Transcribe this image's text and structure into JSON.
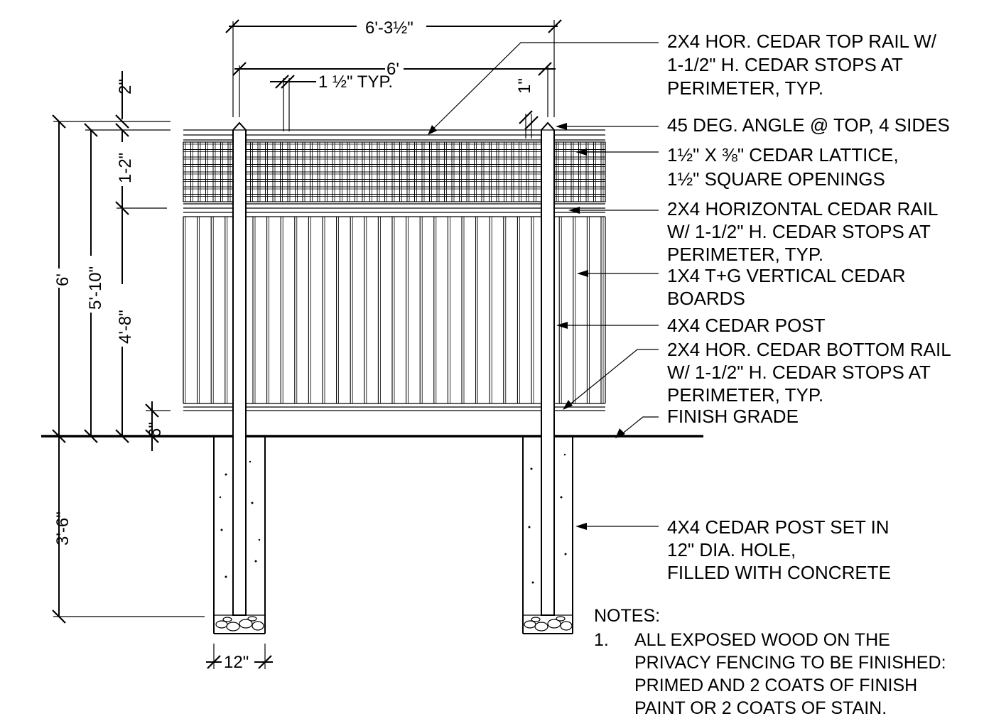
{
  "dimensions": {
    "overall_width": "6'-3½\"",
    "panel_width": "6'",
    "lattice_strip": "1 ½\" TYP.",
    "post_cap": "1\"",
    "top_gap": "2\"",
    "lattice_height": "1-2\"",
    "overall_height": "6'",
    "height_5_10": "5'-10\"",
    "board_height": "4'-8\"",
    "bottom_gap": "6\"",
    "post_depth": "3'-6\"",
    "hole_dia": "12\""
  },
  "callouts": [
    {
      "id": "top-rail",
      "lines": [
        "2X4 HOR. CEDAR TOP RAIL W/",
        "1-1/2\" H. CEDAR STOPS AT",
        "PERIMETER, TYP."
      ]
    },
    {
      "id": "angle-top",
      "lines": [
        "45 DEG. ANGLE @ TOP, 4 SIDES"
      ]
    },
    {
      "id": "lattice",
      "lines": [
        "1½\" X ⅜\" CEDAR LATTICE,",
        "1½\" SQUARE OPENINGS"
      ]
    },
    {
      "id": "horizontal-rail",
      "lines": [
        "2X4 HORIZONTAL CEDAR RAIL",
        "W/ 1-1/2\" H. CEDAR STOPS AT",
        "PERIMETER, TYP."
      ]
    },
    {
      "id": "vertical-boards",
      "lines": [
        "1X4 T+G VERTICAL CEDAR",
        "BOARDS"
      ]
    },
    {
      "id": "cedar-post",
      "lines": [
        "4X4 CEDAR POST"
      ]
    },
    {
      "id": "bottom-rail",
      "lines": [
        "2X4 HOR. CEDAR BOTTOM RAIL",
        "W/ 1-1/2\" H. CEDAR STOPS AT",
        "PERIMETER, TYP."
      ]
    },
    {
      "id": "finish-grade",
      "lines": [
        "FINISH GRADE"
      ]
    },
    {
      "id": "post-footing",
      "lines": [
        "4X4 CEDAR POST SET IN",
        "12\" DIA. HOLE,",
        "FILLED WITH CONCRETE"
      ]
    }
  ],
  "notes": {
    "heading": "NOTES:",
    "items": [
      {
        "number": "1.",
        "lines": [
          "ALL EXPOSED WOOD ON THE",
          "PRIVACY FENCING TO BE FINISHED:",
          "PRIMED AND 2 COATS OF FINISH",
          "PAINT OR 2 COATS OF STAIN."
        ]
      }
    ]
  }
}
